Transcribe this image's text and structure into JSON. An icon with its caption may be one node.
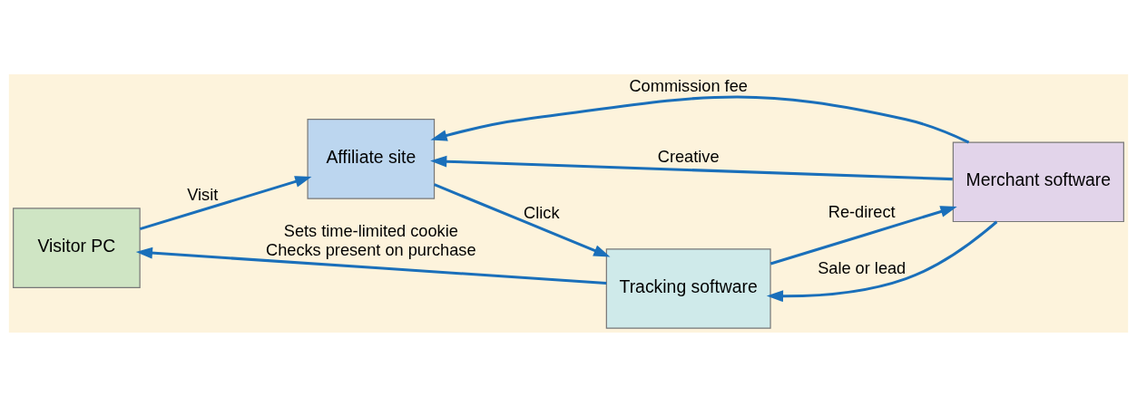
{
  "diagram": {
    "nodes": [
      {
        "text": [
          "Visitor PC"
        ]
      },
      {
        "text": [
          "Affiliate site"
        ]
      },
      {
        "text": [
          "Tracking software"
        ]
      },
      {
        "text": [
          "Merchant software"
        ]
      }
    ],
    "edges": [
      {
        "from": 0,
        "to": 1,
        "arrow": "to",
        "label": "Visit"
      },
      {
        "from": 1,
        "to": 2,
        "arrow": "to",
        "label": "Click"
      },
      {
        "from": 2,
        "to": 3,
        "arrow": "to",
        "label": "Re-direct"
      },
      {
        "from": 3,
        "to": 1,
        "arrow": "to",
        "label": "Commission fee"
      },
      {
        "from": 3,
        "to": 1,
        "arrow": "to",
        "label": "Creative"
      },
      {
        "from": 3,
        "to": 2,
        "arrow": "to",
        "label": "Sale or lead"
      },
      {
        "from": 2,
        "to": 0,
        "arrow": "to",
        "label": "Sets time-limited cookie Checks present on purchase"
      }
    ]
  }
}
